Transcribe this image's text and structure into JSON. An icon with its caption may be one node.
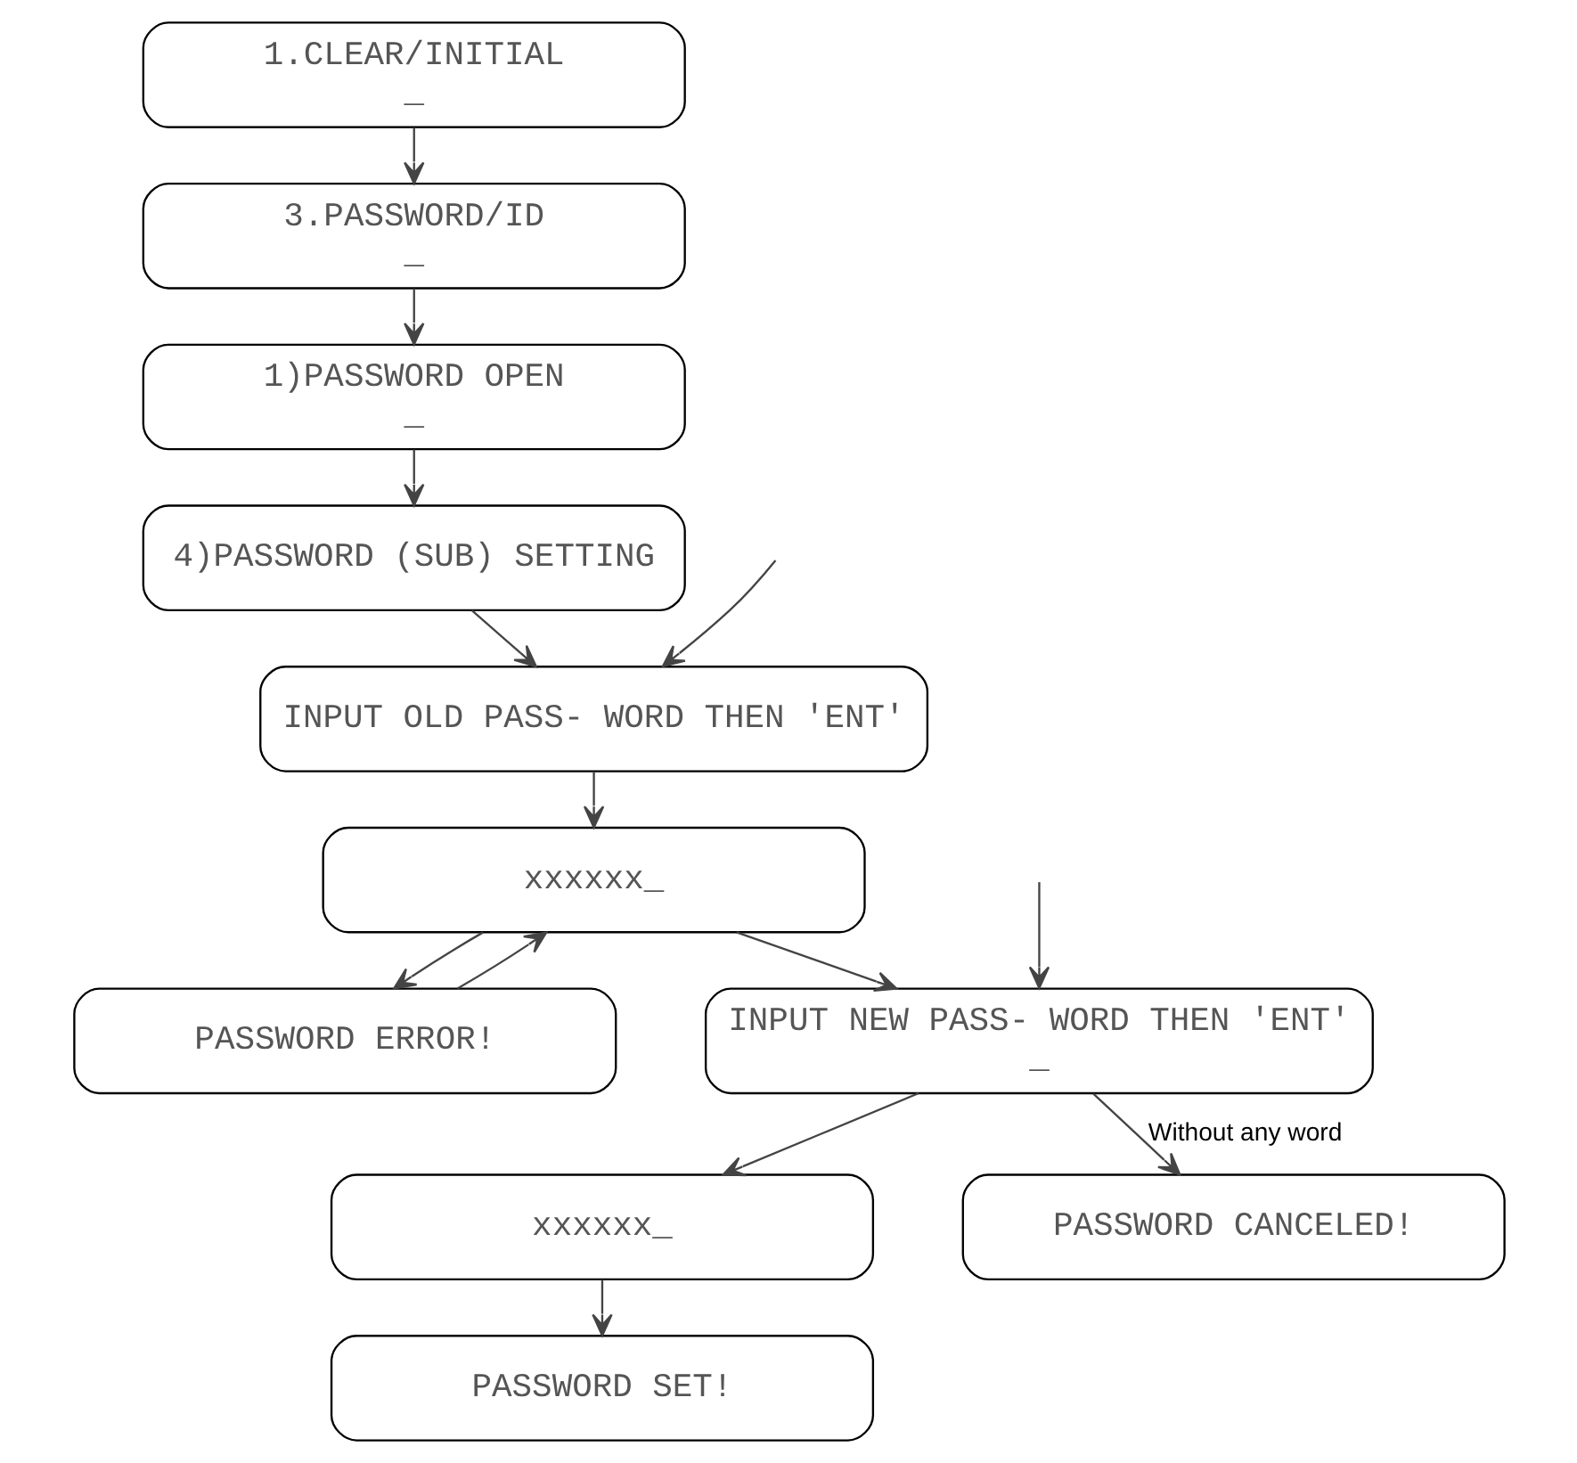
{
  "diagram": {
    "nodes": [
      {
        "text": [
          "1.CLEAR/INITIAL",
          "_"
        ]
      },
      {
        "text": [
          "3.PASSWORD/ID",
          "_"
        ]
      },
      {
        "text": [
          "1)PASSWORD OPEN",
          "_"
        ]
      },
      {
        "text": [
          "4)PASSWORD (SUB) SETTING"
        ]
      },
      {
        "text": [
          "INPUT OLD PASS- WORD THEN 'ENT'"
        ]
      },
      {
        "text": [
          "xxxxxx_"
        ]
      },
      {
        "text": [
          "INPUT NEW PASS- WORD THEN 'ENT'",
          "_"
        ]
      },
      {
        "text": [
          "PASSWORD ERROR!"
        ]
      },
      {
        "text": [
          "xxxxxx_"
        ]
      },
      {
        "text": [
          "PASSWORD SET!"
        ]
      },
      {
        "text": [
          "PASSWORD CANCELED!"
        ]
      }
    ],
    "edges": [
      {
        "from": 0,
        "to": 1,
        "arrow": "to"
      },
      {
        "from": 1,
        "to": 2,
        "arrow": "to"
      },
      {
        "from": 2,
        "to": 3,
        "arrow": "to"
      },
      {
        "from": 3,
        "to": 4,
        "arrow": "to"
      },
      {
        "from": null,
        "to": 4,
        "arrow": "to"
      },
      {
        "from": 4,
        "to": 5,
        "arrow": "to"
      },
      {
        "from": 5,
        "to": 6,
        "arrow": "to"
      },
      {
        "from": 5,
        "to": 7,
        "arrow": "to"
      },
      {
        "from": 7,
        "to": 5,
        "arrow": "to"
      },
      {
        "from": null,
        "to": 6,
        "arrow": "to"
      },
      {
        "from": 6,
        "to": 8,
        "arrow": "to"
      },
      {
        "from": 6,
        "to": 10,
        "arrow": "to",
        "label": "Without any word"
      },
      {
        "from": 8,
        "to": 9,
        "arrow": "to"
      }
    ]
  }
}
